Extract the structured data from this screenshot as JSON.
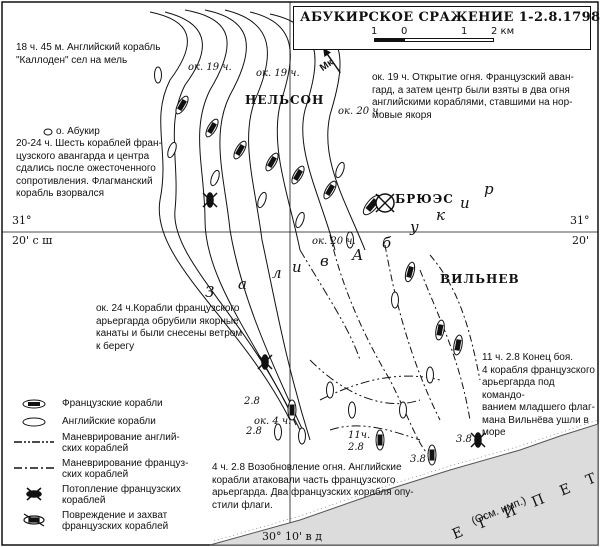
{
  "map": {
    "title": "АБУКИРСКОЕ СРАЖЕНИЕ 1-2.8.1798 г.",
    "scale": {
      "ticks": [
        "1",
        "0",
        "1",
        "2 км"
      ]
    },
    "north": "Мк",
    "fleets": {
      "british_flag": "НЕЛЬСОН",
      "french_flag": "БРЮЭС",
      "french_rear": "ВИЛЬНЕВ"
    },
    "places": {
      "island": "о. Абукир",
      "bay_letters": [
        "З",
        "а",
        "л",
        "и",
        "в",
        "А",
        "б",
        "у",
        "к",
        "и",
        "р"
      ],
      "coast": "ЕГИПЕТ",
      "coast_note": "(Осм. имп.)"
    },
    "coords": {
      "lat_left": "31°",
      "lat_left2": "20' с ш",
      "lat_right": "31°",
      "lat_right2": "20'",
      "lon_bottom": "30° 10' в д"
    },
    "notes": {
      "culloden": "18 ч. 45 м. Английский корабль\n\"Каллоден\" сел на мель",
      "vanguard": "20-24 ч. Шесть кораблей фран-\nцузского авангарда и центра\nсдались после ожесточенного\nсопротивления. Флагманский\nкорабль взорвался",
      "opening": "ок. 19 ч. Открытие огня. Французский аван-\nгард, а затем центр были взяты в два огня\nанглийскими кораблями, ставшими на нор-\nмовые якоря",
      "rear": "ок. 24 ч.Корабли французского\nарьергарда обрубили якорные\nканаты и были снесены ветром\nк берегу",
      "end": "11 ч. 2.8  Конец боя.\n4 корабля французского\nарьергарда под командо-\nванием младшего флаг-\nмана Вильнёва ушли в\nморе",
      "resume": "4 ч. 2.8  Возобновление огня. Английские\nкорабли атаковали часть  французского\nарьергарда. Два французских корабля опу-\nстили флаги."
    },
    "times": [
      "ок. 19 ч.",
      "ок. 19 ч.",
      "ок. 20 ч.",
      "ок. 20 ч.",
      "ок. 4 ч.",
      "11ч.",
      "2.8",
      "3.8",
      "3.8",
      "2.8",
      "2.8"
    ],
    "legend": [
      {
        "symbol": "french-ship-icon",
        "text": "Французские корабли"
      },
      {
        "symbol": "english-ship-icon",
        "text": "Английские корабли"
      },
      {
        "symbol": "english-maneuver-line-icon",
        "text": "Маневрирование англий-\nских кораблей"
      },
      {
        "symbol": "french-maneuver-line-icon",
        "text": "Маневрирование француз-\nских кораблей"
      },
      {
        "symbol": "sunk-ship-icon",
        "text": "Потопление французских\nкораблей"
      },
      {
        "symbol": "captured-ship-icon",
        "text": "Повреждение и захват\nфранцузских кораблей"
      }
    ]
  }
}
